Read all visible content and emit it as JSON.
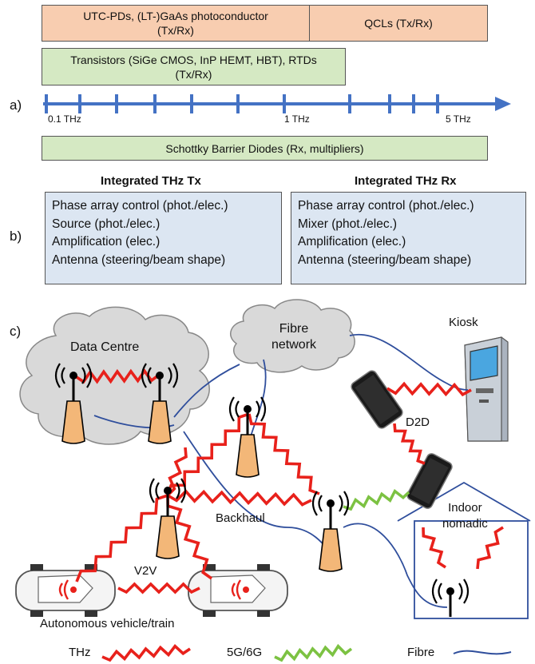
{
  "panel_a": {
    "label": "a)",
    "boxes": {
      "utc": "UTC-PDs, (LT-)GaAs photoconductor\n(Tx/Rx)",
      "qcl": "QCLs (Tx/Rx)",
      "transistors": "Transistors (SiGe CMOS, InP HEMT, HBT), RTDs\n(Tx/Rx)",
      "schottky": "Schottky Barrier Diodes (Rx, multipliers)"
    },
    "ticks": [
      "0.1 THz",
      "1 THz",
      "5 THz"
    ]
  },
  "panel_b": {
    "label": "b)",
    "tx": {
      "title": "Integrated THz Tx",
      "items": [
        "Phase array control (phot./elec.)",
        "Source (phot./elec.)",
        "Amplification (elec.)",
        "Antenna (steering/beam shape)"
      ]
    },
    "rx": {
      "title": "Integrated THz Rx",
      "items": [
        "Phase array control (phot./elec.)",
        "Mixer (phot./elec.)",
        "Amplification (elec.)",
        "Antenna (steering/beam shape)"
      ]
    }
  },
  "panel_c": {
    "label": "c)",
    "data_centre": "Data Centre",
    "fibre_network": "Fibre\nnetwork",
    "kiosk": "Kiosk",
    "d2d": "D2D",
    "backhaul": "Backhaul",
    "indoor": "Indoor\nnomadic",
    "v2v": "V2V",
    "vehicle": "Autonomous vehicle/train"
  },
  "legend": {
    "thz": "THz",
    "g5g6": "5G/6G",
    "fibre": "Fibre"
  },
  "colors": {
    "thz": "#e8211b",
    "g5g6": "#7cc242",
    "fibre": "#2f4e9c",
    "axis": "#4472c4",
    "orange_box": "#f8cdb0",
    "green_box": "#d5e9c3",
    "blue_box": "#dce6f2"
  }
}
